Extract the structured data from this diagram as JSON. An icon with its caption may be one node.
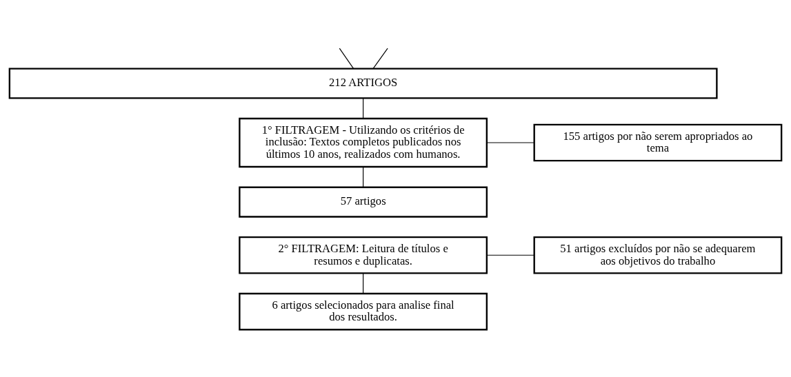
{
  "diagram": {
    "nodes": [
      {
        "text": [
          "212 ARTIGOS"
        ]
      },
      {
        "text": [
          "1° FILTRAGEM - Utilizando os critérios de inclusão: Textos completos publicados nos últimos 10 anos, realizados com humanos."
        ]
      },
      {
        "text": [
          "155 artigos por não serem apropriados ao tema"
        ]
      },
      {
        "text": [
          "57 artigos"
        ]
      },
      {
        "text": [
          "2° FILTRAGEM: Leitura de títulos e resumos e duplicatas."
        ]
      },
      {
        "text": [
          "51 artigos excluídos por não se adequarem aos objetivos do trabalho"
        ]
      },
      {
        "text": [
          "6 artigos selecionados para analise final dos resultados."
        ]
      }
    ],
    "edges": [
      {
        "from": null,
        "to": 0,
        "arrow": "none"
      },
      {
        "from": null,
        "to": 0,
        "arrow": "none"
      },
      {
        "from": 0,
        "to": 1,
        "arrow": "none"
      },
      {
        "from": 1,
        "to": 2,
        "arrow": "none"
      },
      {
        "from": 1,
        "to": 3,
        "arrow": "none"
      },
      {
        "from": 4,
        "to": 5,
        "arrow": "none"
      },
      {
        "from": 4,
        "to": 6,
        "arrow": "none"
      }
    ]
  }
}
